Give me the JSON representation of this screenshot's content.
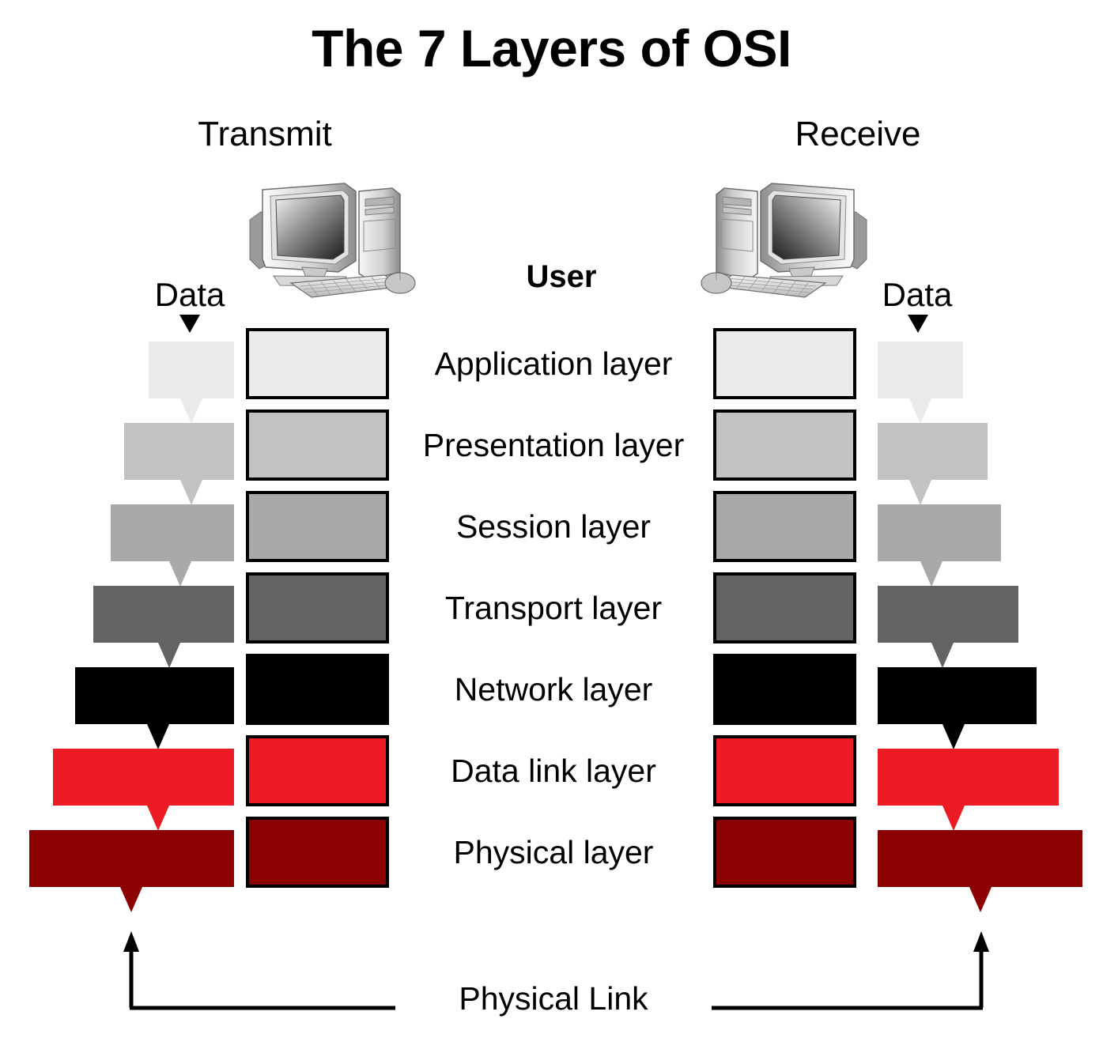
{
  "page": {
    "title": "The 7 Layers of OSI",
    "background_color": "#ffffff"
  },
  "columns": {
    "left": {
      "heading": "Transmit",
      "data_label": "Data",
      "icon": "desktop-computer-icon"
    },
    "right": {
      "heading": "Receive",
      "data_label": "Data",
      "icon": "desktop-computer-icon"
    }
  },
  "center": {
    "user_label": "User"
  },
  "footer": {
    "link_label": "Physical Link"
  },
  "chart_data": {
    "type": "diagram",
    "title": "The 7 Layers of OSI",
    "subtitle": "",
    "layers": [
      {
        "index": 1,
        "name": "Application layer",
        "color": "#eaeaea",
        "encapsulation_width": 108
      },
      {
        "index": 2,
        "name": "Presentation layer",
        "color": "#c2c2c2",
        "encapsulation_width": 139
      },
      {
        "index": 3,
        "name": "Session layer",
        "color": "#a9a9a9",
        "encapsulation_width": 156
      },
      {
        "index": 4,
        "name": "Transport layer",
        "color": "#636363",
        "encapsulation_width": 178
      },
      {
        "index": 5,
        "name": "Network layer",
        "color": "#000000",
        "encapsulation_width": 201
      },
      {
        "index": 6,
        "name": "Data link layer",
        "color": "#ed1c24",
        "encapsulation_width": 229
      },
      {
        "index": 7,
        "name": "Physical layer",
        "color": "#8b0000",
        "encapsulation_width": 259
      }
    ],
    "annotations": [
      "Transmit",
      "Receive",
      "User",
      "Data",
      "Physical Link"
    ],
    "legend_position": "none",
    "grid": false
  }
}
